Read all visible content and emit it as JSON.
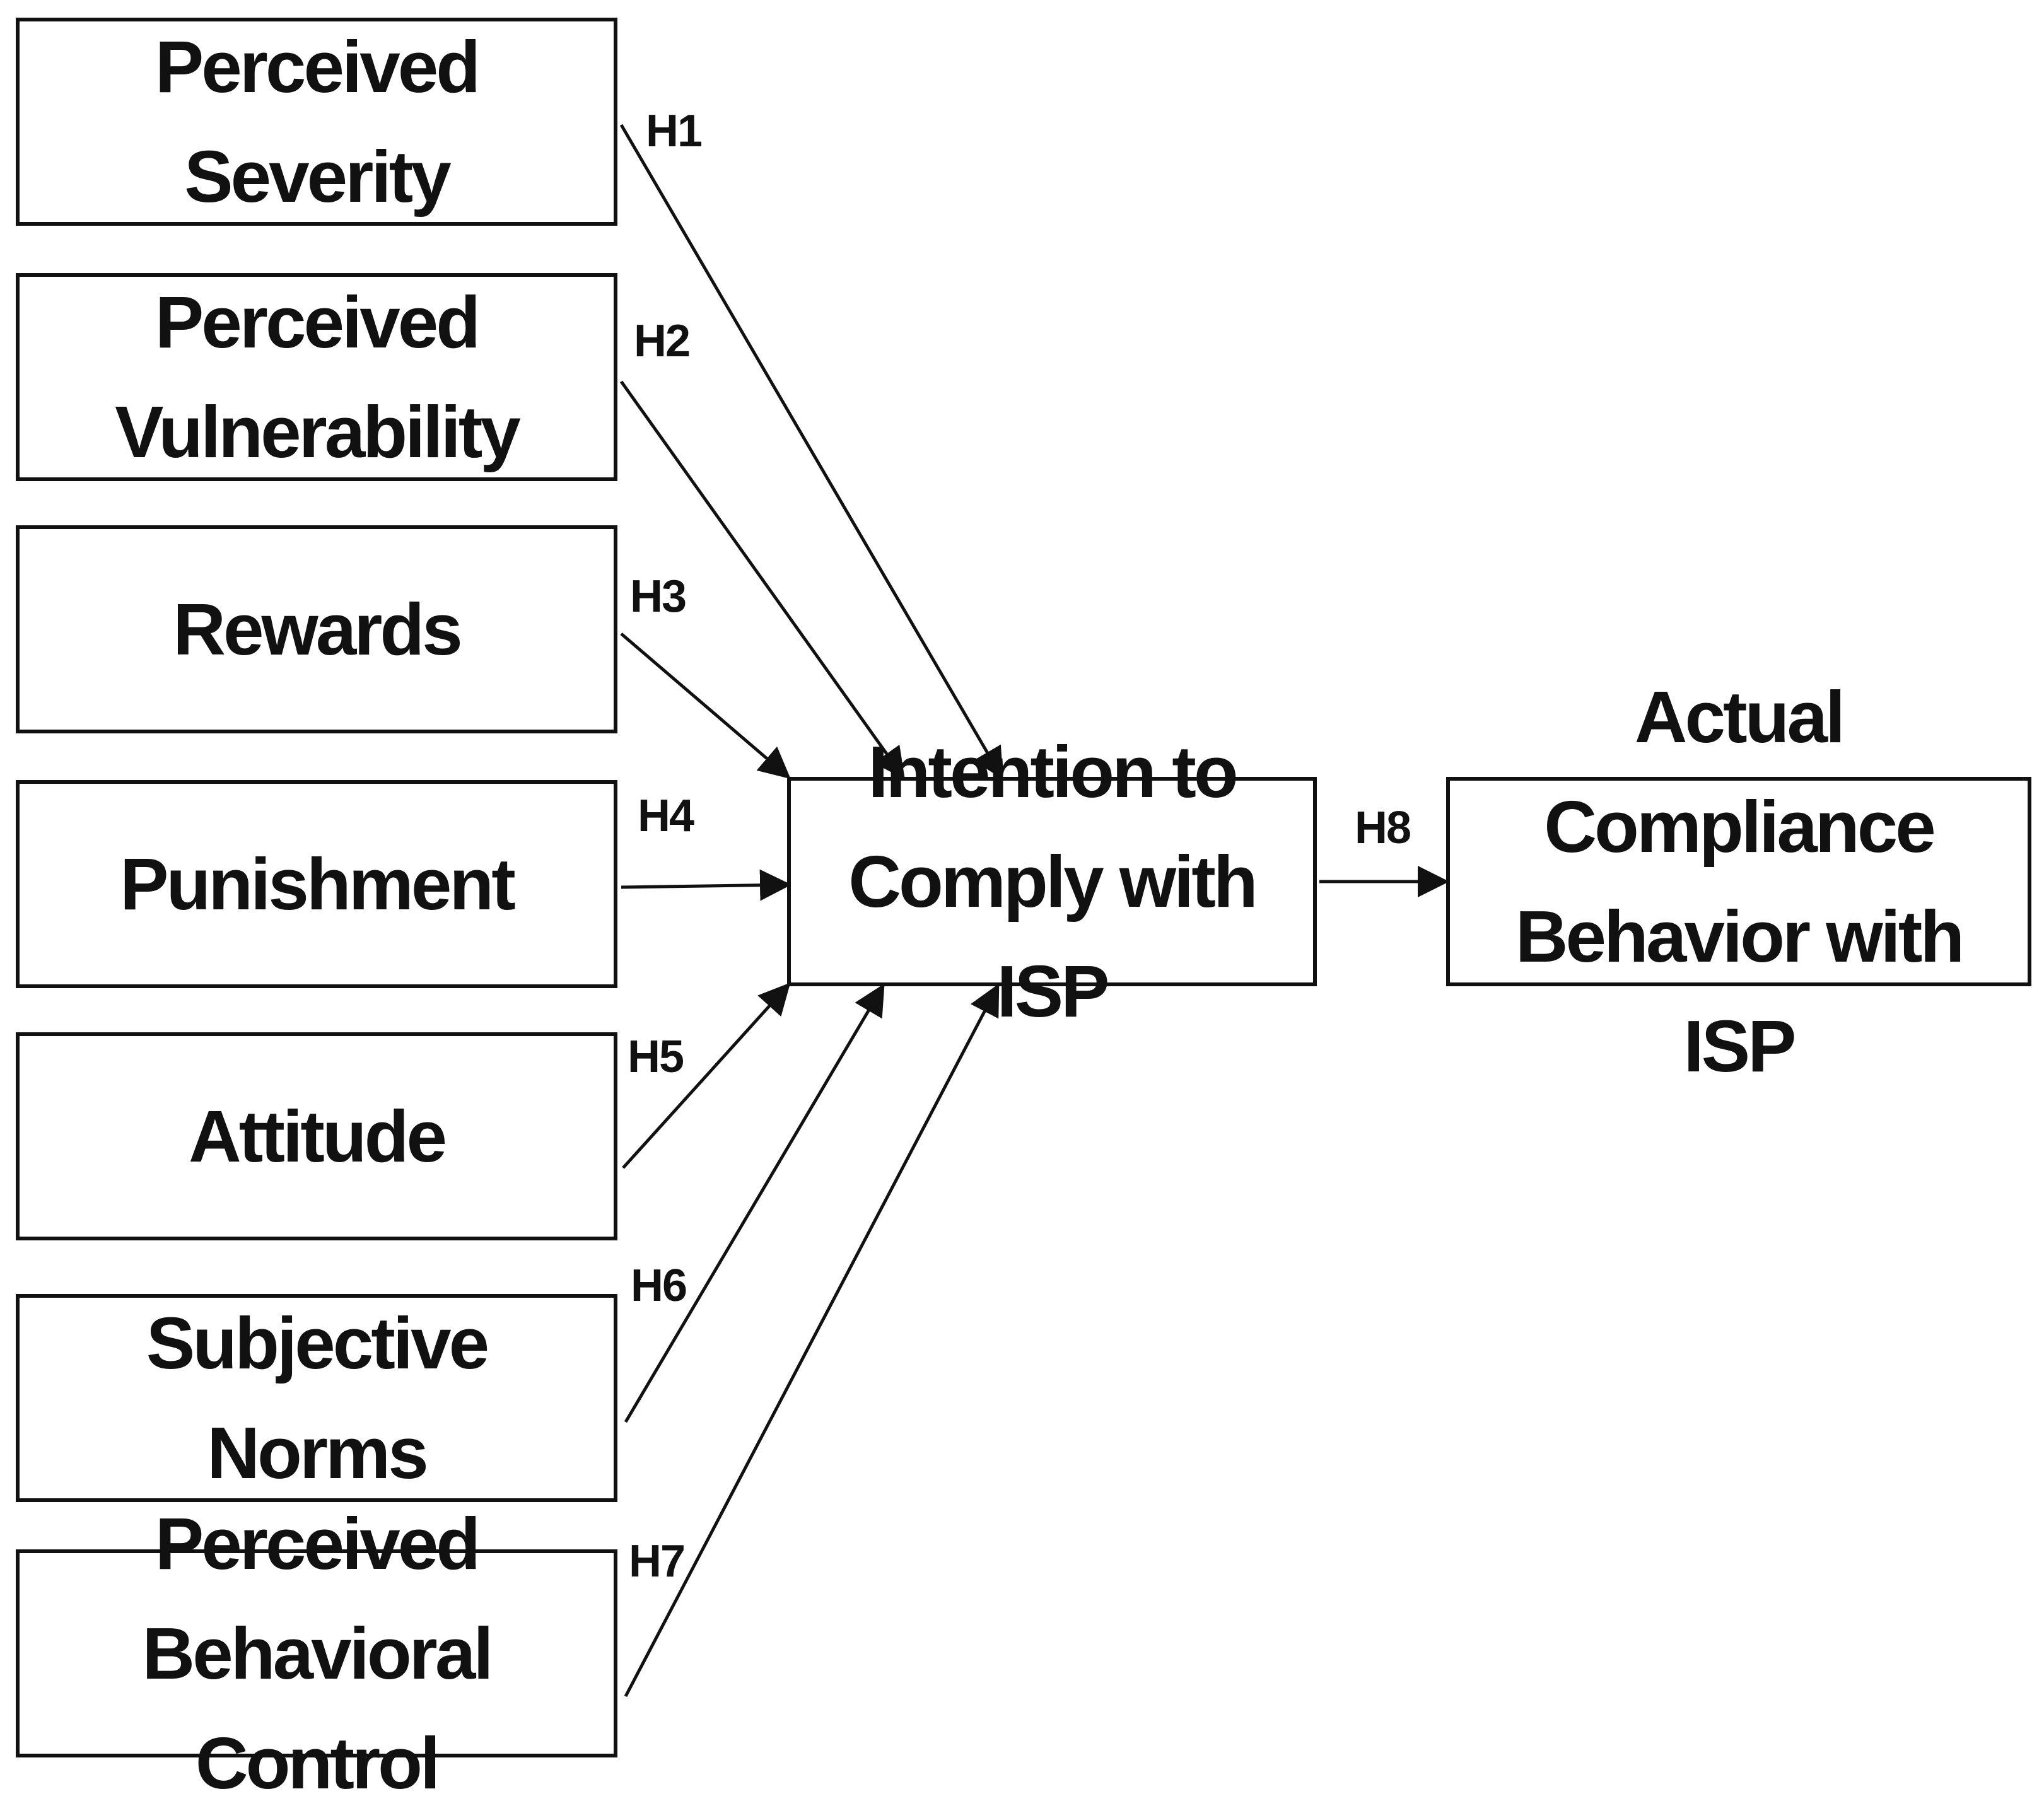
{
  "constructs": {
    "perceived_severity": "Perceived Severity",
    "perceived_vulnerability": "Perceived Vulnerability",
    "rewards": "Rewards",
    "punishment": "Punishment",
    "attitude": "Attitude",
    "subjective_norms": "Subjective Norms",
    "perceived_behavioral_control": "Perceived Behavioral Control",
    "intention": "Intention to Comply with ISP",
    "actual_behavior": "Actual Compliance Behavior with ISP"
  },
  "hypotheses": [
    {
      "id": "H1",
      "from": "perceived_severity",
      "to": "intention"
    },
    {
      "id": "H2",
      "from": "perceived_vulnerability",
      "to": "intention"
    },
    {
      "id": "H3",
      "from": "rewards",
      "to": "intention"
    },
    {
      "id": "H4",
      "from": "punishment",
      "to": "intention"
    },
    {
      "id": "H5",
      "from": "attitude",
      "to": "intention"
    },
    {
      "id": "H6",
      "from": "subjective_norms",
      "to": "intention"
    },
    {
      "id": "H7",
      "from": "perceived_behavioral_control",
      "to": "intention"
    },
    {
      "id": "H8",
      "from": "intention",
      "to": "actual_behavior"
    }
  ]
}
